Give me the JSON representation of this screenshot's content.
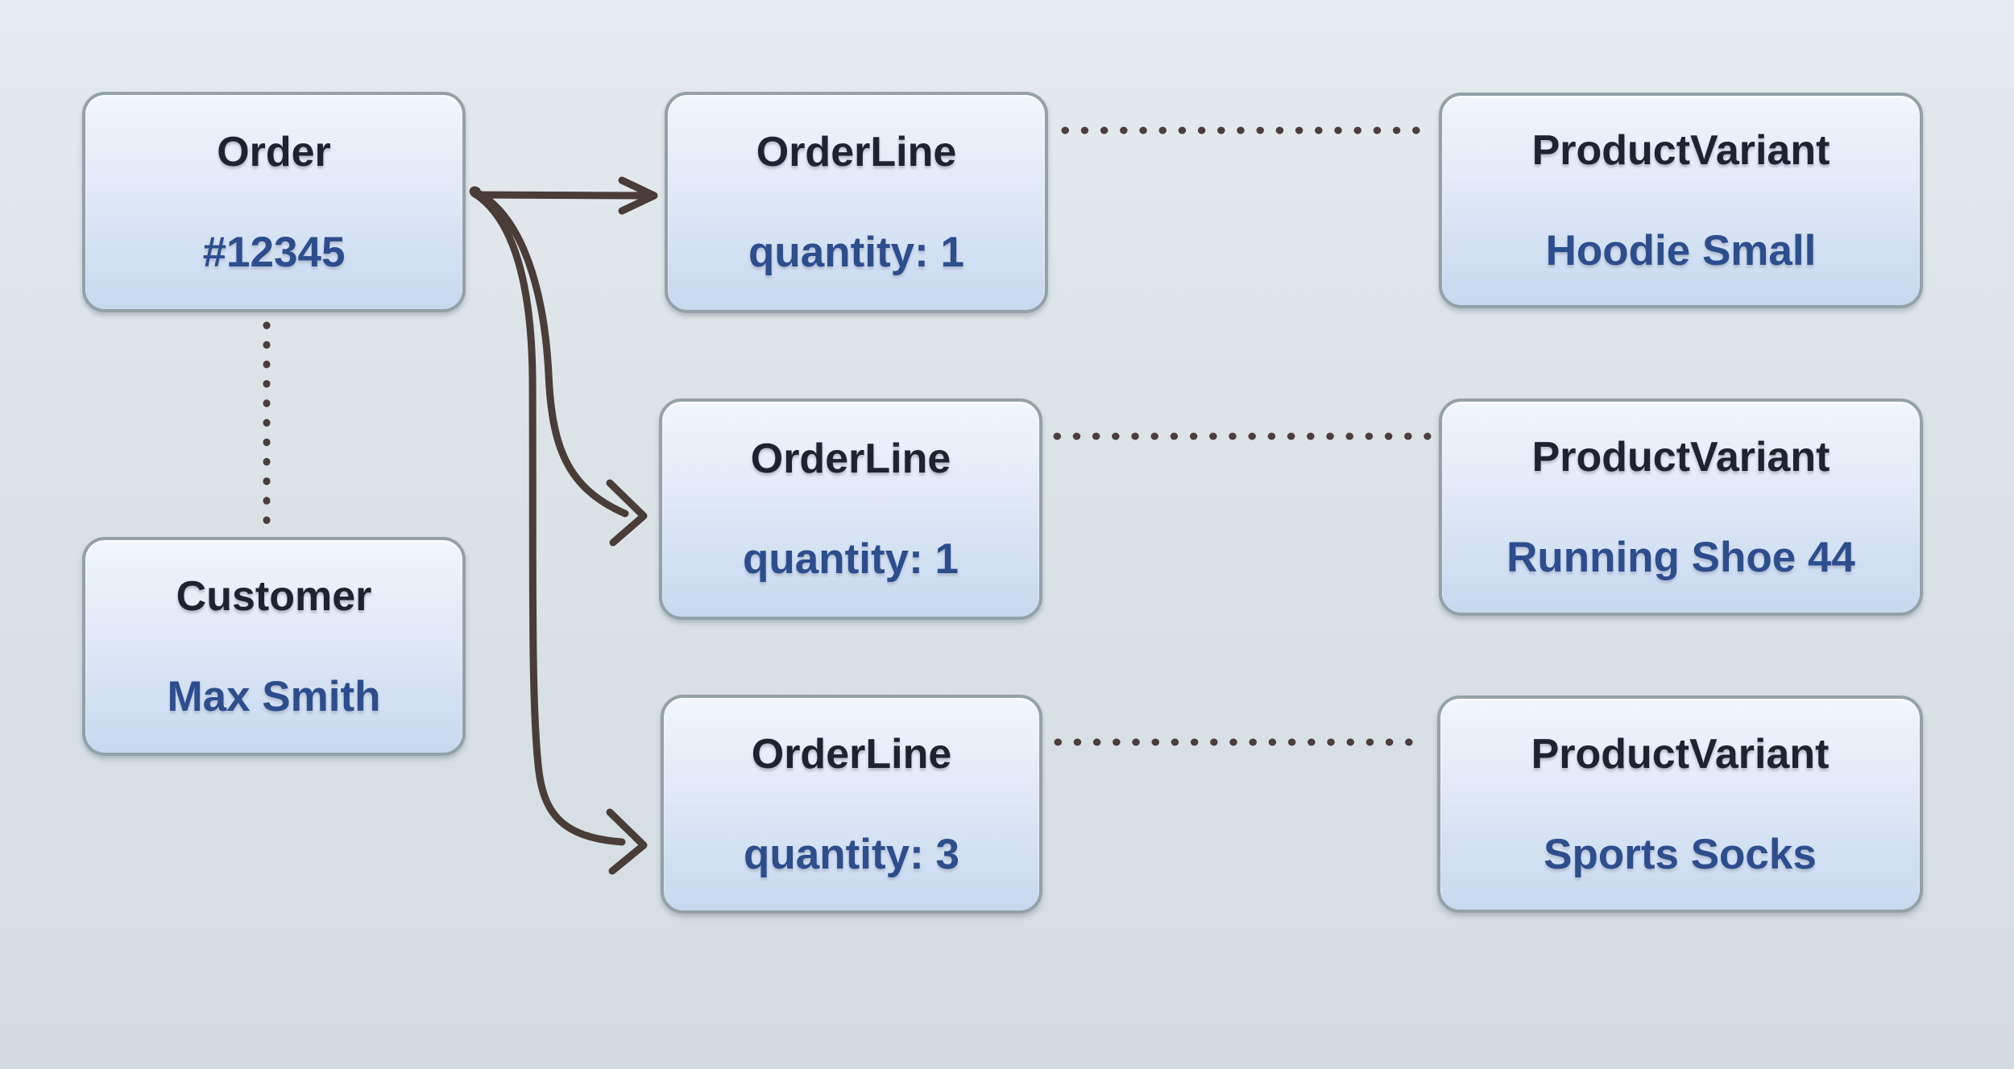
{
  "diagram": {
    "kind": "object-diagram",
    "colors": {
      "background_top": "#e5eaee",
      "background_bottom": "#d3dce1",
      "node_fill_top": "#f2f6fc",
      "node_fill_bottom": "#c7d8ef",
      "node_border": "#94a1a8",
      "title_text": "#1b2430",
      "value_text": "#2c4e8e",
      "arrow": "#4a3c37",
      "dot": "#4b3e3d"
    },
    "nodes": [
      {
        "id": "order",
        "title": "Order",
        "value": "#12345"
      },
      {
        "id": "customer",
        "title": "Customer",
        "value": "Max Smith"
      },
      {
        "id": "orderline-1",
        "title": "OrderLine",
        "value": "quantity: 1"
      },
      {
        "id": "orderline-2",
        "title": "OrderLine",
        "value": "quantity: 1"
      },
      {
        "id": "orderline-3",
        "title": "OrderLine",
        "value": "quantity: 3"
      },
      {
        "id": "productvariant-1",
        "title": "ProductVariant",
        "value": "Hoodie Small"
      },
      {
        "id": "productvariant-2",
        "title": "ProductVariant",
        "value": "Running Shoe 44"
      },
      {
        "id": "productvariant-3",
        "title": "ProductVariant",
        "value": "Sports Socks"
      }
    ],
    "edges": [
      {
        "from": "order",
        "to": "orderline-1",
        "style": "solid-arrow"
      },
      {
        "from": "order",
        "to": "orderline-2",
        "style": "solid-arrow"
      },
      {
        "from": "order",
        "to": "orderline-3",
        "style": "solid-arrow"
      },
      {
        "from": "order",
        "to": "customer",
        "style": "dotted"
      },
      {
        "from": "orderline-1",
        "to": "productvariant-1",
        "style": "dotted"
      },
      {
        "from": "orderline-2",
        "to": "productvariant-2",
        "style": "dotted"
      },
      {
        "from": "orderline-3",
        "to": "productvariant-3",
        "style": "dotted"
      }
    ]
  }
}
